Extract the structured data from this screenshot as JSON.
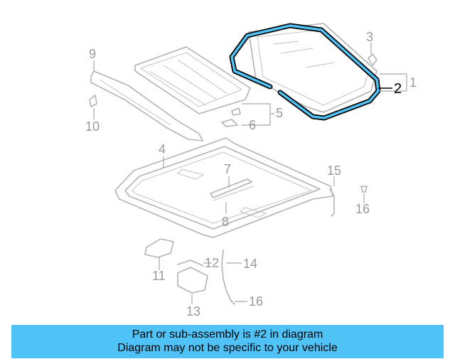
{
  "callouts": [
    "1",
    "2",
    "3",
    "4",
    "5",
    "6",
    "7",
    "8",
    "9",
    "10",
    "11",
    "12",
    "13",
    "14",
    "15",
    "16",
    "16"
  ],
  "highlight": {
    "part_number": "2",
    "stroke_color": "#000000",
    "fill_color": "#4fc3f7"
  },
  "caption": {
    "line1": "Part or sub-assembly is #2 in diagram",
    "line2": "Diagram may not be specific to your vehicle",
    "background": "#4fc3f7"
  }
}
